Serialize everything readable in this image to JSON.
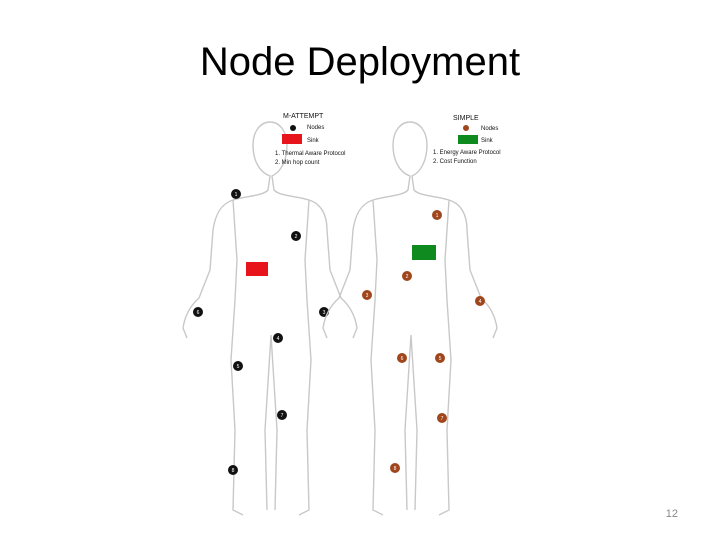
{
  "slide": {
    "title": "Node Deployment",
    "page_number": "12"
  },
  "left": {
    "heading": "M-ATTEMPT",
    "legend_nodes": "Nodes",
    "legend_sink": "Sink",
    "note1": "1. Thermal Aware Protocol",
    "note2": "2. Min hop count",
    "node_color": "#111111",
    "sink_color": "#e8141b",
    "nodes": [
      "1",
      "2",
      "3",
      "4",
      "5",
      "6",
      "7",
      "8"
    ]
  },
  "right": {
    "heading": "SIMPLE",
    "legend_nodes": "Nodes",
    "legend_sink": "Sink",
    "note1": "1. Energy Aware Protocol",
    "note2": "2. Cost Function",
    "node_color": "#a0461c",
    "sink_color": "#0f8a1e",
    "nodes": [
      "1",
      "2",
      "3",
      "4",
      "5",
      "6",
      "7",
      "8"
    ]
  }
}
